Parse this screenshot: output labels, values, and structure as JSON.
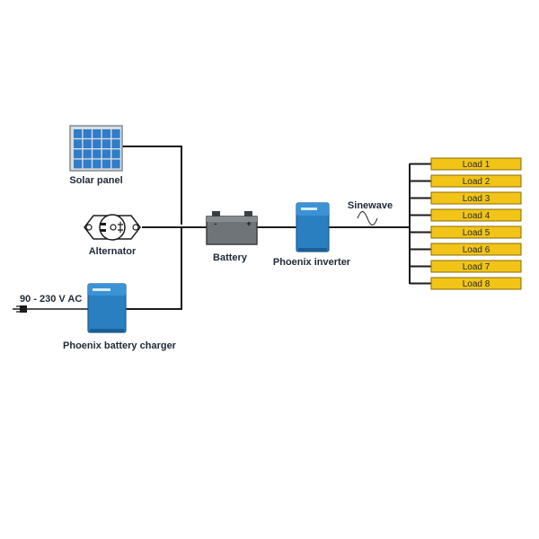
{
  "labels": {
    "solar_panel": "Solar panel",
    "alternator": "Alternator",
    "battery": "Battery",
    "inverter": "Phoenix inverter",
    "sinewave": "Sinewave",
    "ac_input": "90 - 230 V AC",
    "charger": "Phoenix battery charger"
  },
  "battery_terminals": {
    "negative": "-",
    "positive": "+"
  },
  "loads": [
    "Load 1",
    "Load 2",
    "Load 3",
    "Load 4",
    "Load 5",
    "Load 6",
    "Load 7",
    "Load 8"
  ],
  "colors": {
    "wire": "#1b1b1b",
    "load_fill": "#f2c418",
    "load_border": "#8a6d00",
    "device_blue": "#2a7fc1",
    "solar_cell": "#2f7cc9",
    "battery_body": "#6f7478"
  }
}
